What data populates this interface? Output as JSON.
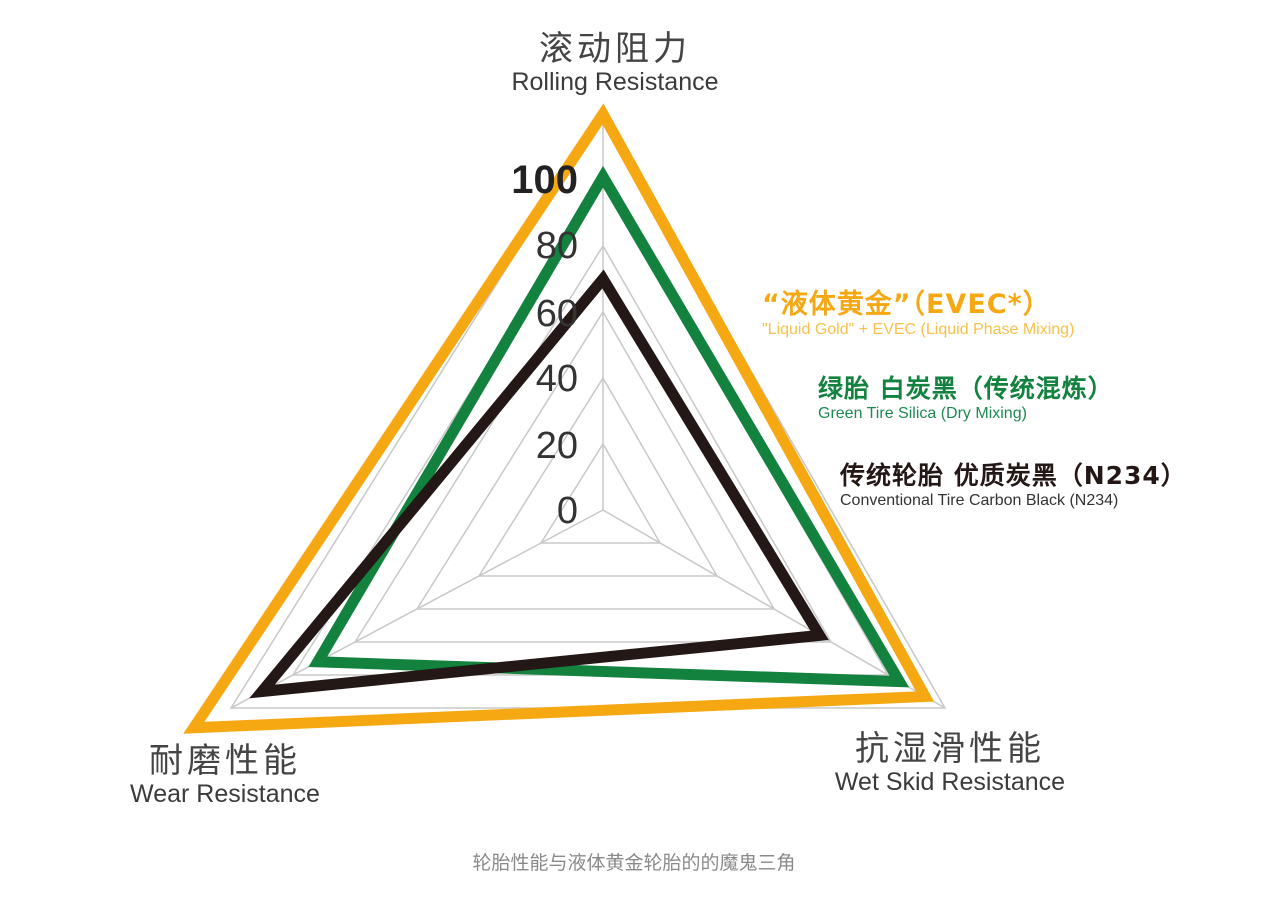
{
  "chart_data": {
    "type": "radar",
    "title": "",
    "caption": "轮胎性能与液体黄金轮胎的的魔鬼三角",
    "axes": [
      {
        "key": "rolling",
        "label_zh": "滚动阻力",
        "label_en": "Rolling Resistance"
      },
      {
        "key": "wear",
        "label_zh": "耐磨性能",
        "label_en": "Wear Resistance"
      },
      {
        "key": "wet",
        "label_zh": "抗湿滑性能",
        "label_en": "Wet Skid Resistance"
      }
    ],
    "ticks": [
      "0",
      "20",
      "40",
      "60",
      "80",
      "100"
    ],
    "grid_levels": 6,
    "range": [
      0,
      120
    ],
    "grid": true,
    "legend_position": "right",
    "series": [
      {
        "name": "液体黄金",
        "name_zh": "“液体黄金”（EVEC*）",
        "name_en": "\"Liquid Gold\" + EVEC (Liquid Phase Mixing)",
        "color": "#F5A812",
        "values": {
          "rolling": 120,
          "wear": 132,
          "wet": 113
        }
      },
      {
        "name": "绿胎 白炭黑",
        "name_zh": "绿胎 白炭黑（传统混炼）",
        "name_en": "Green Tire Silica (Dry Mixing)",
        "color": "#12823E",
        "values": {
          "rolling": 101,
          "wear": 92,
          "wet": 104
        }
      },
      {
        "name": "传统轮胎 优质炭黑",
        "name_zh": "传统轮胎  优质炭黑（N234）",
        "name_en": "Conventional Tire Carbon Black (N234)",
        "color": "#231815",
        "values": {
          "rolling": 70,
          "wear": 110,
          "wet": 76
        }
      }
    ]
  },
  "labels": {
    "rolling_zh": "滚动阻力",
    "rolling_en": "Rolling Resistance",
    "wear_zh": "耐磨性能",
    "wear_en": "Wear Resistance",
    "wet_zh": "抗湿滑性能",
    "wet_en": "Wet Skid Resistance"
  },
  "legend": [
    {
      "zh": "“液体黄金”（EVEC*）",
      "en": "\"Liquid Gold\" + EVEC (Liquid Phase Mixing)",
      "color": "#F5A812",
      "en_color": "#F7C14A"
    },
    {
      "zh": "绿胎 白炭黑（传统混炼）",
      "en": "Green Tire Silica (Dry Mixing)",
      "color": "#12823E",
      "en_color": "#1E8A52"
    },
    {
      "zh": "传统轮胎  优质炭黑（N234）",
      "en": "Conventional Tire Carbon Black (N234)",
      "color": "#231815",
      "en_color": "#333333"
    }
  ],
  "ticks": [
    "0",
    "20",
    "40",
    "60",
    "80",
    "100"
  ],
  "caption": "轮胎性能与液体黄金轮胎的的魔鬼三角"
}
